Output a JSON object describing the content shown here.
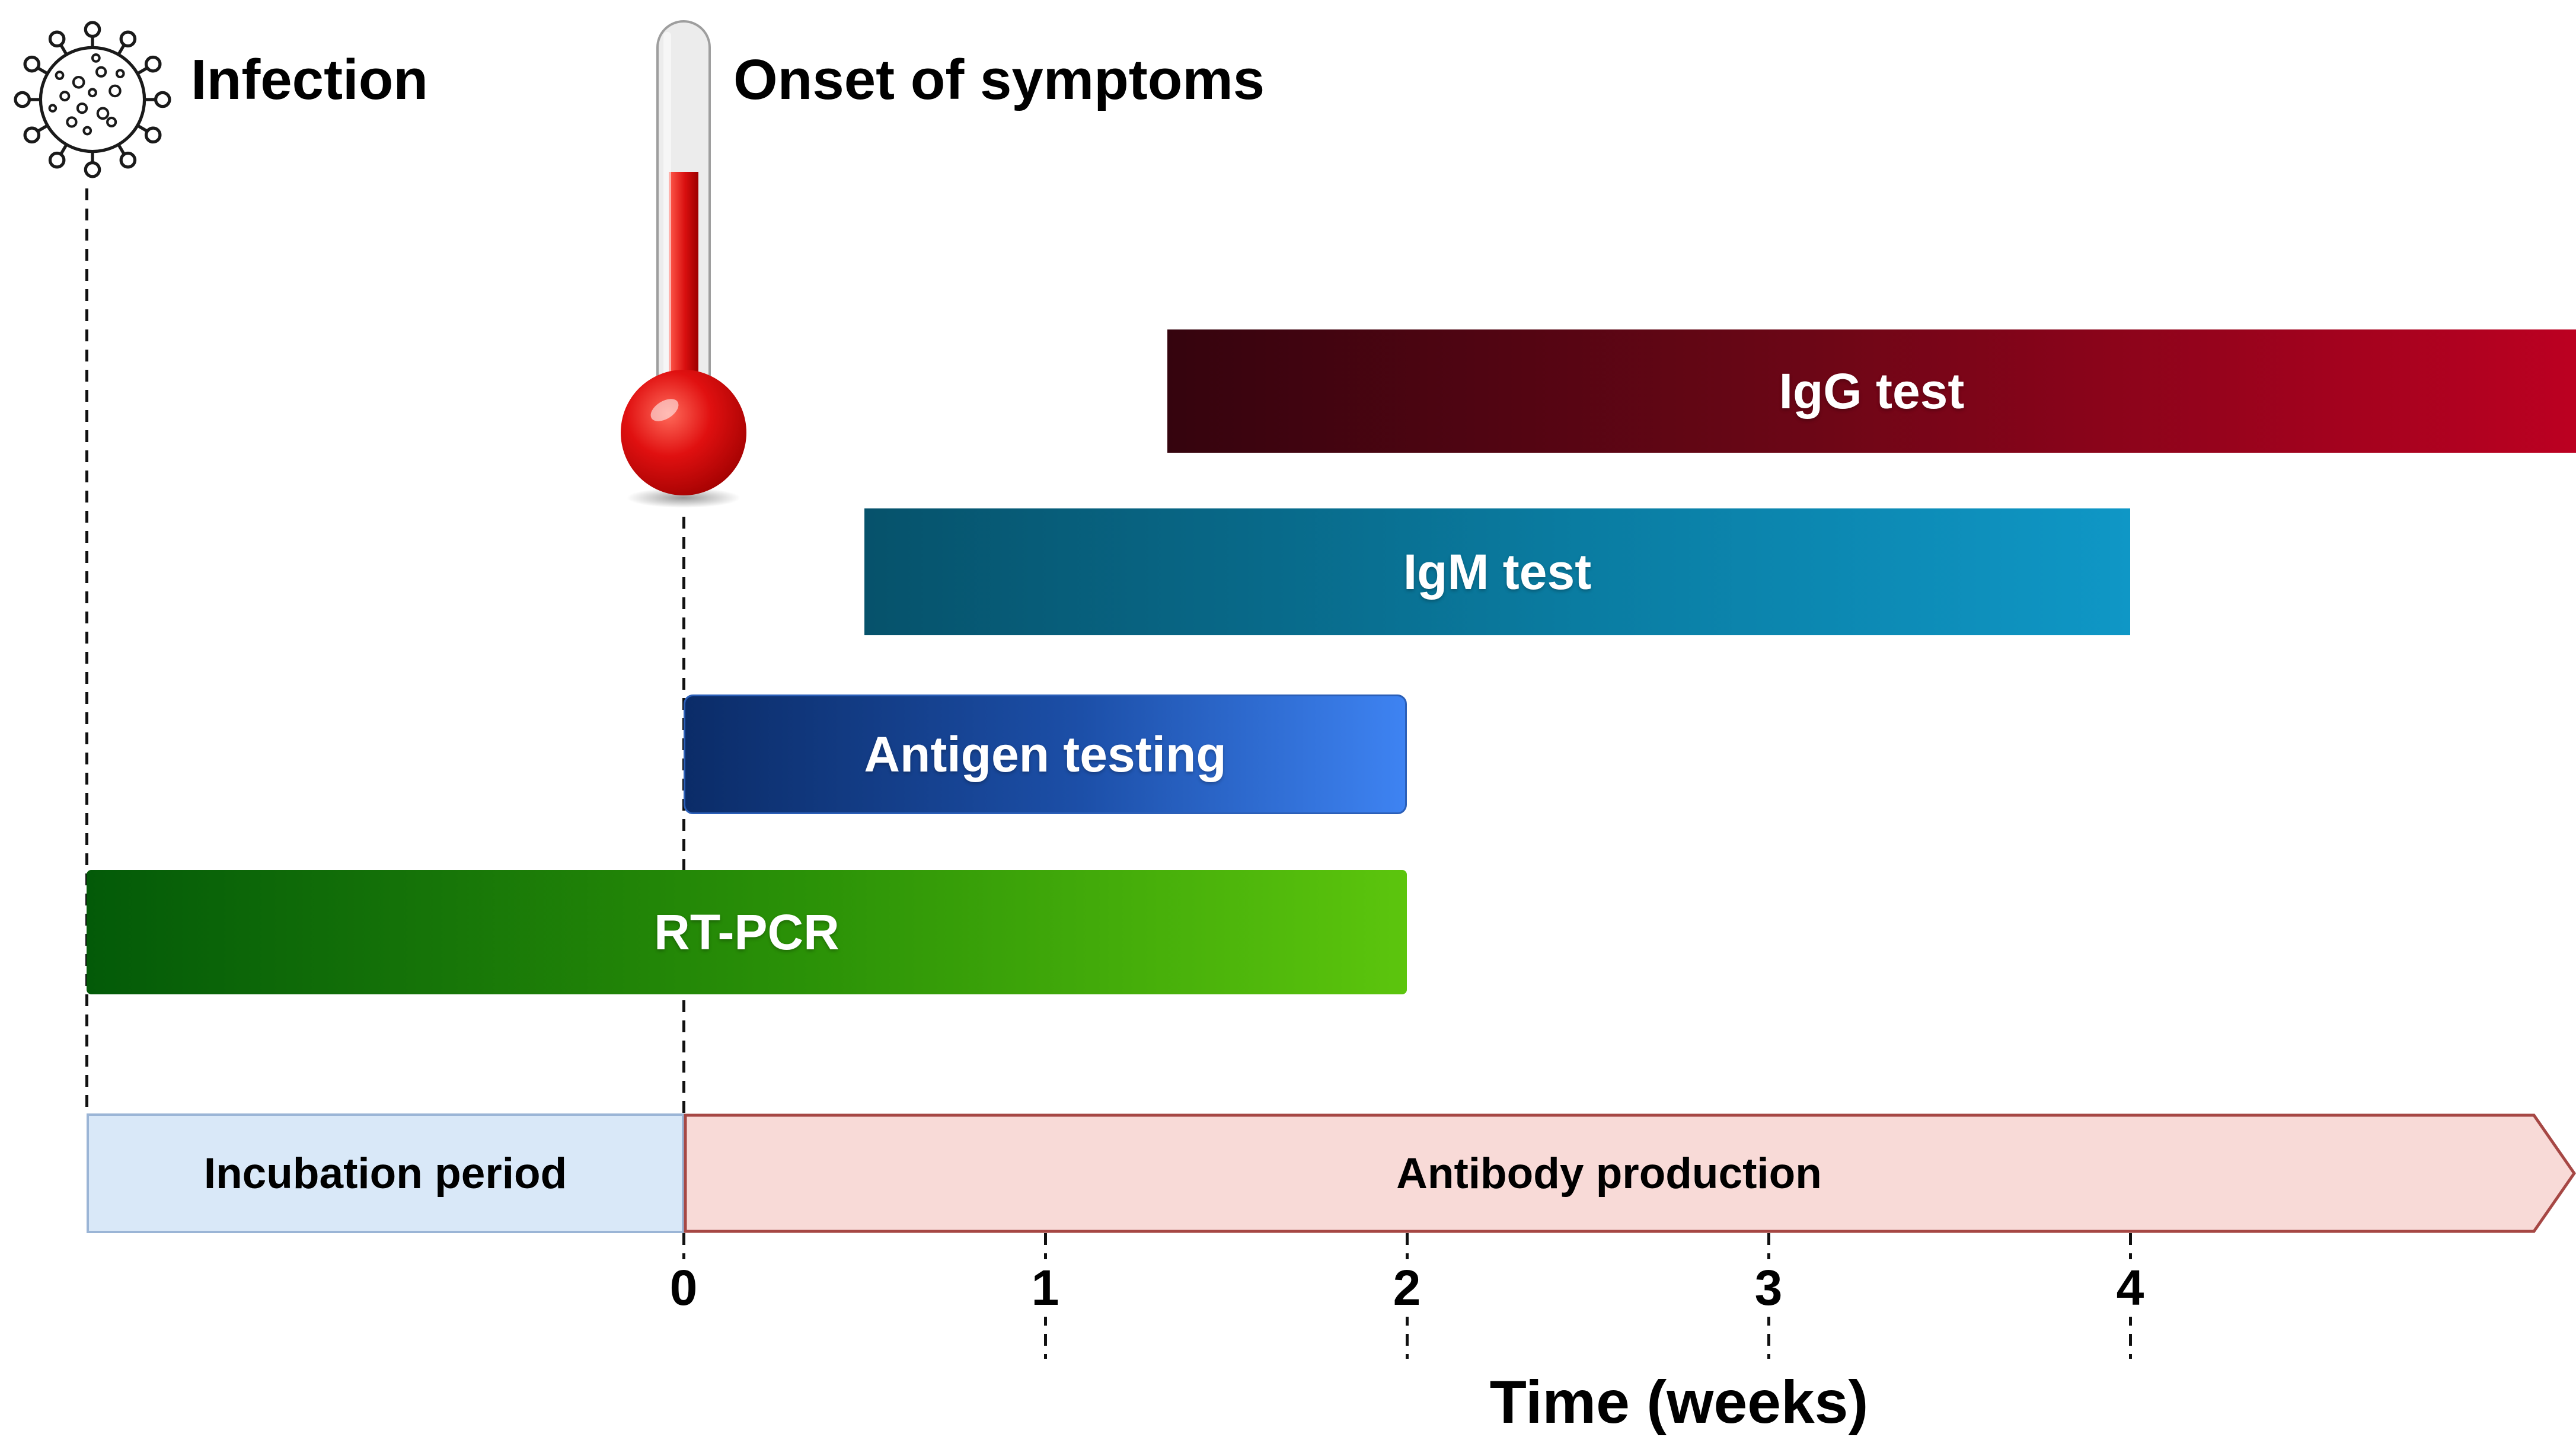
{
  "chart_data": {
    "type": "bar",
    "variant": "gantt_timeline",
    "title": "",
    "xlabel": "Time (weeks)",
    "x_ticks": [
      "0",
      "1",
      "2",
      "3",
      "4"
    ],
    "x_axis_range_weeks": [
      -1.65,
      5.6
    ],
    "grid": "off",
    "events": [
      {
        "label": "Infection",
        "icon": "virus-icon",
        "week": -1.65
      },
      {
        "label": "Onset of symptoms",
        "icon": "thermometer-icon",
        "week": 0
      }
    ],
    "bars": [
      {
        "label": "IgG test",
        "start_week": 1.35,
        "end_week": 5.6,
        "open_ended": true,
        "color_left": "#35040e",
        "color_right": "#c00022",
        "text_color": "#ffffff"
      },
      {
        "label": "IgM test",
        "start_week": 0.5,
        "end_week": 4.0,
        "open_ended": false,
        "color_left": "#06526b",
        "color_right": "#0f97c6",
        "text_color": "#ffffff"
      },
      {
        "label": "Antigen testing",
        "start_week": 0.0,
        "end_week": 2.0,
        "open_ended": false,
        "color_left": "#0b2c68",
        "color_right": "#3e83f2",
        "text_color": "#ffffff"
      },
      {
        "label": "RT-PCR",
        "start_week": -1.65,
        "end_week": 2.0,
        "open_ended": false,
        "color_left": "#035a08",
        "color_right": "#5cc50d",
        "text_color": "#ffffff"
      }
    ],
    "phases": [
      {
        "label": "Incubation period",
        "start_week": -1.65,
        "end_week": 0.0,
        "open_ended": false,
        "fill": "#d9e8f8",
        "border": "#9bb5d6",
        "text_color": "#000000"
      },
      {
        "label": "Antibody production",
        "start_week": 0.0,
        "end_week": 5.6,
        "open_ended": true,
        "fill": "#f8dad7",
        "border": "#a64744",
        "text_color": "#000000"
      }
    ]
  }
}
